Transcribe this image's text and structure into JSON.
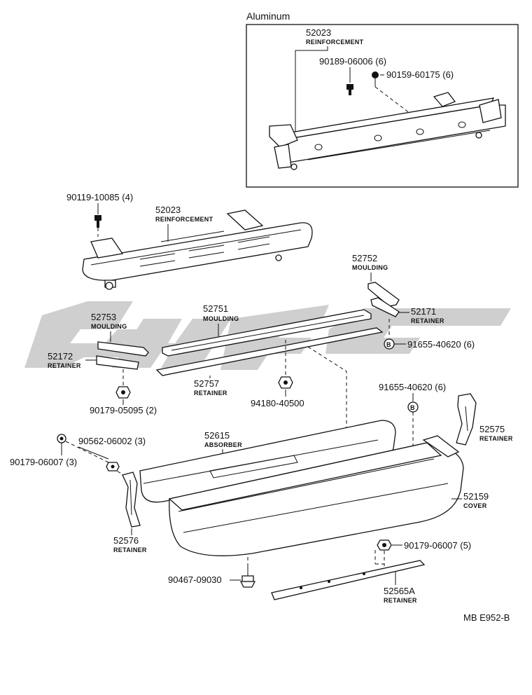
{
  "inset": {
    "title": "Aluminum"
  },
  "callouts": {
    "inset_52023": {
      "number": "52023",
      "name": "REINFORCEMENT"
    },
    "inset_90189": {
      "number": "90189-06006 (6)"
    },
    "inset_90159": {
      "number": "90159-60175 (6)"
    },
    "main_90119": {
      "number": "90119-10085 (4)"
    },
    "main_52023": {
      "number": "52023",
      "name": "REINFORCEMENT"
    },
    "c_52752": {
      "number": "52752",
      "name": "MOULDING"
    },
    "c_52753": {
      "number": "52753",
      "name": "MOULDING"
    },
    "c_52751": {
      "number": "52751",
      "name": "MOULDING"
    },
    "c_52171": {
      "number": "52171",
      "name": "RETAINER"
    },
    "c_91655_a": {
      "number": "91655-40620 (6)",
      "marker": "B"
    },
    "c_52172": {
      "number": "52172",
      "name": "RETAINER"
    },
    "c_52757": {
      "number": "52757",
      "name": "RETAINER"
    },
    "c_90179_05095": {
      "number": "90179-05095 (2)"
    },
    "c_94180": {
      "number": "94180-40500"
    },
    "c_91655_b": {
      "number": "91655-40620 (6)",
      "marker": "B"
    },
    "c_52575": {
      "number": "52575",
      "name": "RETAINER"
    },
    "c_52615": {
      "number": "52615",
      "name": "ABSORBER"
    },
    "c_90562": {
      "number": "90562-06002 (3)"
    },
    "c_90179_06007_3": {
      "number": "90179-06007 (3)"
    },
    "c_52159": {
      "number": "52159",
      "name": "COVER"
    },
    "c_52576": {
      "number": "52576",
      "name": "RETAINER"
    },
    "c_90179_06007_5": {
      "number": "90179-06007 (5)"
    },
    "c_90467": {
      "number": "90467-09030"
    },
    "c_52565A": {
      "number": "52565A",
      "name": "RETAINER"
    }
  },
  "figure_code": "MB E952-B",
  "watermark": {
    "text": "4496",
    "color": "#c8c8c8"
  }
}
